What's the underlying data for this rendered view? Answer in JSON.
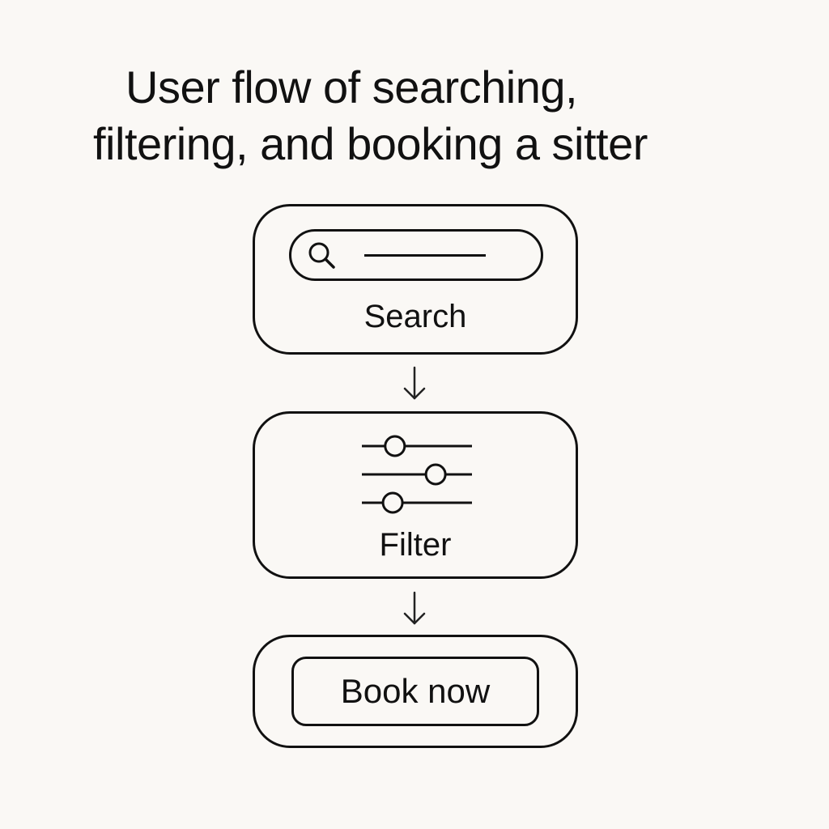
{
  "title": {
    "line1": "User flow of searching,",
    "line2": "filtering, and booking a sitter"
  },
  "steps": {
    "search": {
      "label": "Search",
      "icon": "search-icon"
    },
    "filter": {
      "label": "Filter",
      "icon": "sliders-icon",
      "slider_levels": [
        0.3,
        0.67,
        0.28
      ]
    },
    "book": {
      "button_label": "Book now"
    }
  },
  "colors": {
    "background": "#faf8f5",
    "stroke": "#111111"
  }
}
